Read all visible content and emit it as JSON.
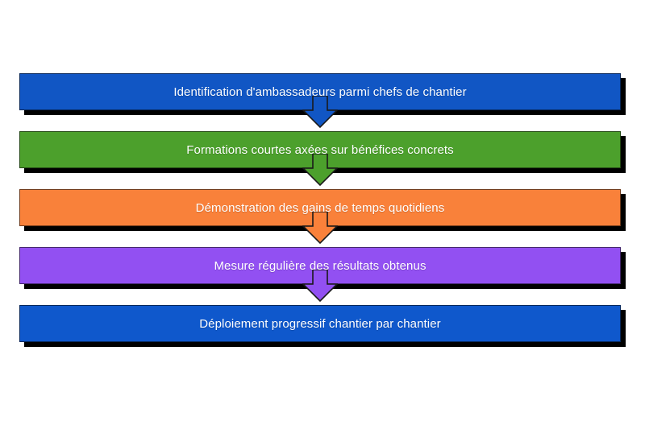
{
  "diagram": {
    "type": "flowchart",
    "orientation": "vertical-top-to-bottom",
    "background_color": "#ffffff",
    "shadow_color": "#000000",
    "text_color": "#ffffff",
    "nodes": [
      {
        "id": "node-1",
        "order": 1,
        "label": "Identification d'ambassadeurs parmi chefs de chantier",
        "fill_color": "#1156c4"
      },
      {
        "id": "node-2",
        "order": 2,
        "label": "Formations courtes axées sur bénéfices concrets",
        "fill_color": "#4ca02c"
      },
      {
        "id": "node-3",
        "order": 3,
        "label": "Démonstration des gains de temps quotidiens",
        "fill_color": "#f9813a"
      },
      {
        "id": "node-4",
        "order": 4,
        "label": "Mesure régulière des résultats obtenus",
        "fill_color": "#9250f2"
      },
      {
        "id": "node-5",
        "order": 5,
        "label": "Déploiement progressif chantier par chantier",
        "fill_color": "#0f58cc"
      }
    ],
    "connectors": [
      {
        "id": "arrow-1",
        "from": "node-1",
        "to": "node-2",
        "icon": "arrow-down-icon",
        "color": "#1156c4"
      },
      {
        "id": "arrow-2",
        "from": "node-2",
        "to": "node-3",
        "icon": "arrow-down-icon",
        "color": "#4ca02c"
      },
      {
        "id": "arrow-3",
        "from": "node-3",
        "to": "node-4",
        "icon": "arrow-down-icon",
        "color": "#f9813a"
      },
      {
        "id": "arrow-4",
        "from": "node-4",
        "to": "node-5",
        "icon": "arrow-down-icon",
        "color": "#9250f2"
      }
    ]
  }
}
